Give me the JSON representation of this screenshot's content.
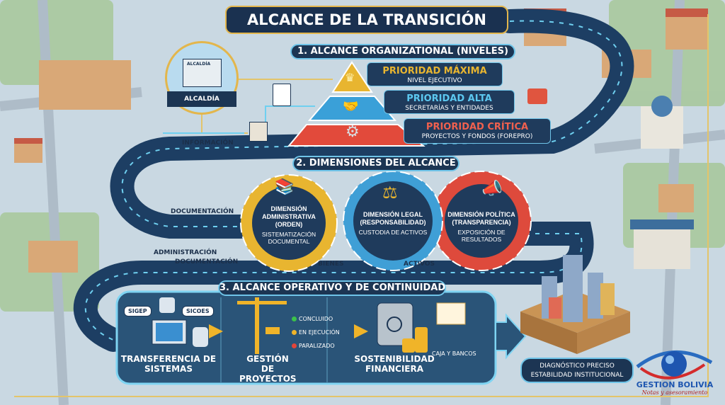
{
  "title": "ALCANCE DE LA TRANSICIÓN",
  "alcaldia": {
    "sign": "ALCALDÍA",
    "label": "ALCALDÍA"
  },
  "flow_labels": {
    "informacion": "INFORMACIÓN",
    "documentacion": "DOCUMENTACIÓN",
    "administracion": "ADMINISTRACIÓN",
    "documentacion2": "DOCUMENTACIÓN",
    "bienes": "BIENES",
    "activos": "ACTIVOS"
  },
  "section1": {
    "title": "1. ALCANCE ORGANIZATIONAL (NIVELES)",
    "levels": [
      {
        "title": "PRIORIDAD MÁXIMA",
        "subtitle": "NIVEL EJECUTIVO",
        "color": "#e8b530"
      },
      {
        "title": "PRIORIDAD ALTA",
        "subtitle": "SECRETARÍAS Y ENTIDADES",
        "color": "#3aa0d8"
      },
      {
        "title": "PRIORIDAD CRÍTICA",
        "subtitle": "PROYECTOS Y FONDOS (FOREPRO)",
        "color": "#e24a3b"
      }
    ]
  },
  "section2": {
    "title": "2. DIMENSIONES DEL ALCANCE",
    "dimensions": [
      {
        "title": "DIMENSIÓN ADMINISTRATIVA (ORDEN)",
        "desc": "SISTEMATIZACIÓN DOCUMENTAL",
        "color": "#e8b530"
      },
      {
        "title": "DIMENSIÓN LEGAL (RESPONSABILIDAD)",
        "desc": "CUSTODIA DE ACTIVOS",
        "color": "#3f9fd6"
      },
      {
        "title": "DIMENSIÓN POLÍTICA (TRANSPARENCIA)",
        "desc": "EXPOSICIÓN DE RESULTADOS",
        "color": "#de4a3c"
      }
    ]
  },
  "section3": {
    "title": "3. ALCANCE OPERATIVO Y DE CONTINUIDAD",
    "systems": {
      "sigep": "SIGEP",
      "sicoes": "SICOES",
      "label": "TRANSFERENCIA DE SISTEMAS"
    },
    "projects": {
      "label": "GESTIÓN DE PROYECTOS",
      "statuses": [
        {
          "text": "CONCLUIDO",
          "color": "#3cc24a"
        },
        {
          "text": "EN EJECUCIÓN",
          "color": "#f0b429"
        },
        {
          "text": "PARALIZADO",
          "color": "#e2453a"
        }
      ]
    },
    "finance": {
      "label": "SOSTENIBILIDAD FINANCIERA",
      "caja": "CAJA Y BANCOS"
    }
  },
  "result": {
    "line1": "DIAGNÓSTICO PRECISO",
    "line2": "ESTABILIDAD INSTITUCIONAL"
  },
  "logo": {
    "name": "GESTION BOLIVIA",
    "tagline": "Notas y asesoramiento"
  }
}
